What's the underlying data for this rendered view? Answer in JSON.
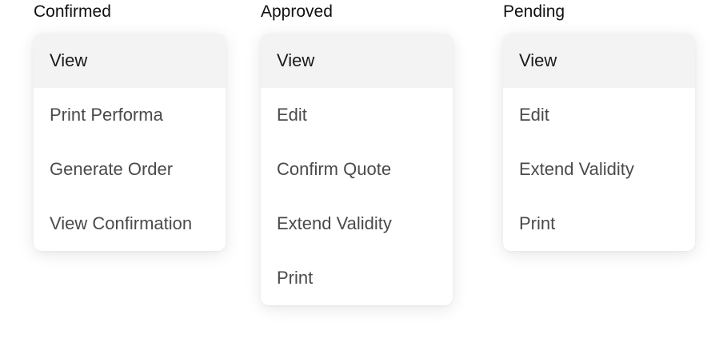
{
  "groups": [
    {
      "title": "Confirmed",
      "items": [
        "View",
        "Print Performa",
        "Generate Order",
        "View Confirmation"
      ]
    },
    {
      "title": "Approved",
      "items": [
        "View",
        "Edit",
        "Confirm Quote",
        "Extend Validity",
        "Print"
      ]
    },
    {
      "title": "Pending",
      "items": [
        "View",
        "Edit",
        "Extend Validity",
        "Print"
      ]
    }
  ],
  "colors": {
    "active_item_background": "#f3f3f3",
    "item_text": "#4a4a4a",
    "title_text": "#111111"
  }
}
